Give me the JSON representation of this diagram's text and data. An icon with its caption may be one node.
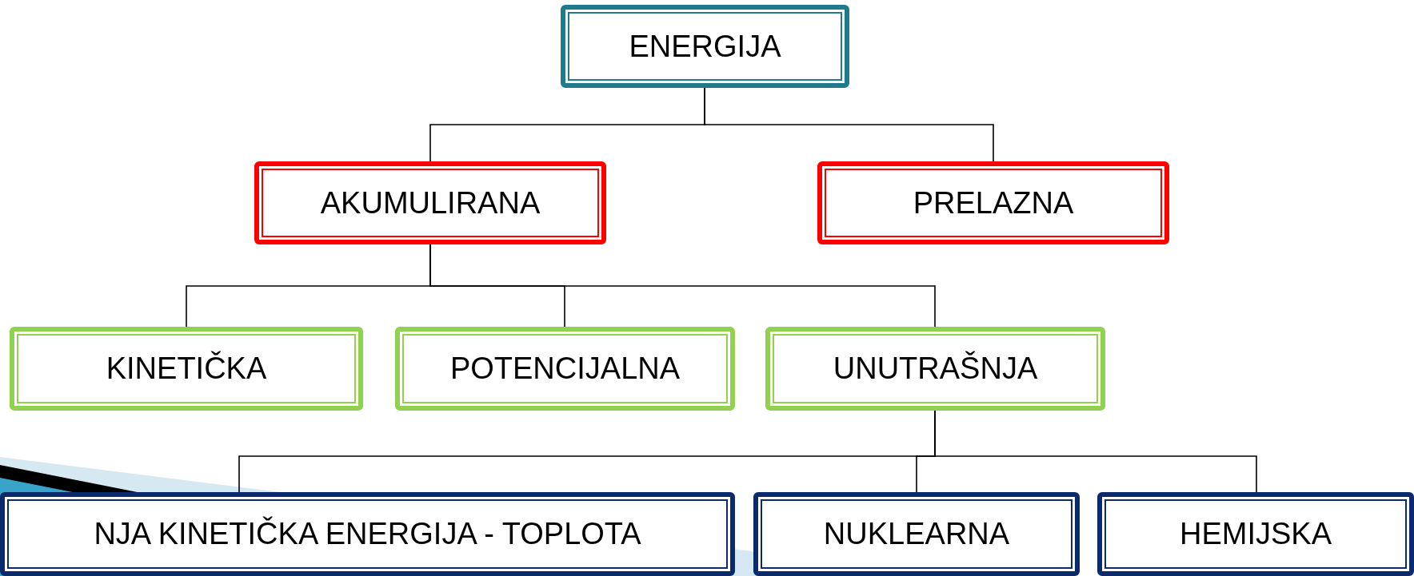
{
  "diagram": {
    "nodes": [
      {
        "text": [
          "ENERGIJA"
        ]
      },
      {
        "text": [
          "AKUMULIRANA"
        ]
      },
      {
        "text": [
          "PRELAZNA"
        ]
      },
      {
        "text": [
          "KINETIČKA"
        ]
      },
      {
        "text": [
          "POTENCIJALNA"
        ]
      },
      {
        "text": [
          "UNUTRAŠNJA"
        ]
      },
      {
        "text": [
          "NJA KINETIČKA ENERGIJA - TOPLOTA"
        ]
      },
      {
        "text": [
          "NUKLEARNA"
        ]
      },
      {
        "text": [
          "HEMIJSKA"
        ]
      }
    ],
    "edges": [
      {
        "from": 0,
        "to": 1,
        "arrow": "none"
      },
      {
        "from": 0,
        "to": 2,
        "arrow": "none"
      },
      {
        "from": 1,
        "to": 3,
        "arrow": "none"
      },
      {
        "from": 1,
        "to": 4,
        "arrow": "none"
      },
      {
        "from": 1,
        "to": 5,
        "arrow": "none"
      },
      {
        "from": 5,
        "to": 6,
        "arrow": "none"
      },
      {
        "from": 5,
        "to": 7,
        "arrow": "none"
      },
      {
        "from": 5,
        "to": 8,
        "arrow": "none"
      }
    ]
  }
}
